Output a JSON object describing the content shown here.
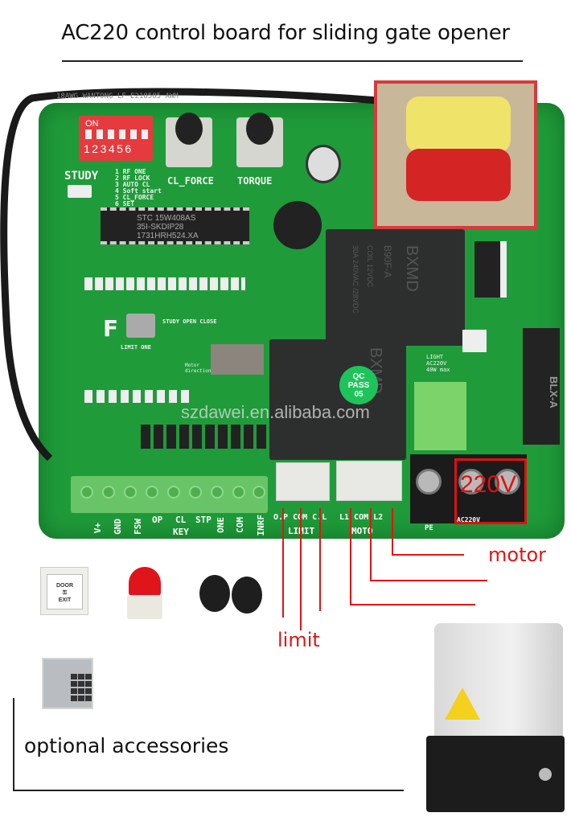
{
  "title": "AC220 control board for sliding gate opener",
  "board": {
    "dip": {
      "on_label": "ON",
      "numbers": "123456"
    },
    "study_label": "STUDY",
    "dip_functions": [
      "1 RF ONE",
      "2 RF LOCK",
      "3 AUTO CL",
      "4 Soft start",
      "5 CL_FORCE",
      "6 SET"
    ],
    "pot1_label": "CL_FORCE",
    "pot2_label": "TORQUE",
    "chip_text": [
      "STC 15W408AS",
      "35I-SKDIP28",
      "1731HRH524.XA"
    ],
    "led_labels": "STUDY OPEN CLOSE",
    "f_label": "F",
    "limit_one_label": "LIMIT ONE",
    "motor_direction_label": "Motor direction",
    "relay_text": [
      "BXMD",
      "B90F-A",
      "COIL 12VDC",
      "30A 240VAC /28VDC"
    ],
    "qc_sticker": [
      "QC",
      "PASS",
      "05"
    ],
    "light_label": [
      "LIGHT",
      "AC220V",
      "40W max"
    ],
    "fuse_label": "BLX-A",
    "watermark": "szdawei.en.alibaba.com",
    "terminal_labels": [
      "V+",
      "GND",
      "FSW",
      "OP",
      "CL",
      "STP",
      "ONE",
      "COM",
      "INRF"
    ],
    "key_label": "KEY",
    "limit_pins": "O.P COM C.L",
    "limit_label": "LIMIT",
    "moto_pins": "L1 COM L2",
    "moto_label": "MOTO",
    "pe_label": "PE",
    "ac_label": "AC220V",
    "voltage_callout": "220V",
    "cable_text": "18AWG WANTONG LF   E218585   AWM"
  },
  "callouts": {
    "motor": "motor",
    "limit": "limit"
  },
  "accessories": {
    "door_exit": [
      "DOOR",
      "EXIT"
    ],
    "caption": "optional accessories"
  },
  "colors": {
    "pcb": "#1f9b3a",
    "callout": "#e01515"
  }
}
